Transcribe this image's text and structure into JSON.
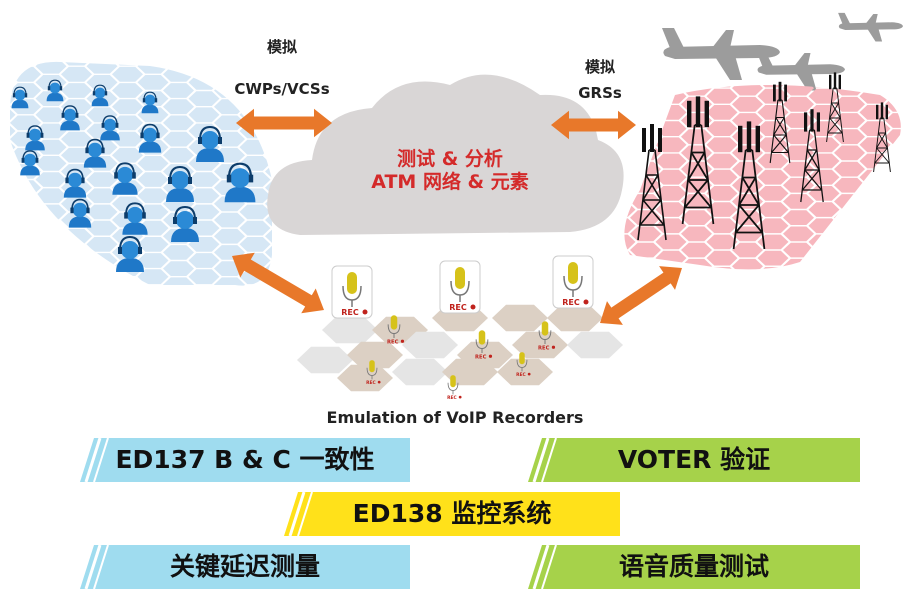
{
  "left_label": {
    "line1": "模拟",
    "line2": "CWPs/VCSs"
  },
  "right_label": {
    "line1": "模拟",
    "line2": "GRSs"
  },
  "cloud": {
    "line1": "测试 & 分析",
    "line2": "ATM 网络 & 元素"
  },
  "rec_label": "REC",
  "recorders_caption": "Emulation of  VoIP Recorders",
  "banners": {
    "ed137": "ED137 B & C 一致性",
    "voter": "VOTER 验证",
    "ed138": "ED138 监控系统",
    "latency": "关键延迟测量",
    "voice_quality": "语音质量测试"
  },
  "colors": {
    "arrow": "#e8782a",
    "cloud": "#d9d6d6",
    "cloud_text": "#d42a2a",
    "left_hex": "#d6e7f5",
    "right_hex": "#f7b7be",
    "rec_hex": "#dcd0c4",
    "banner_blue": "#9fdcef",
    "banner_green": "#a6d24a",
    "banner_yellow": "#ffe11a"
  },
  "icons": [
    "headset-operator-icon",
    "radio-tower-icon",
    "airplane-icon",
    "microphone-icon"
  ]
}
